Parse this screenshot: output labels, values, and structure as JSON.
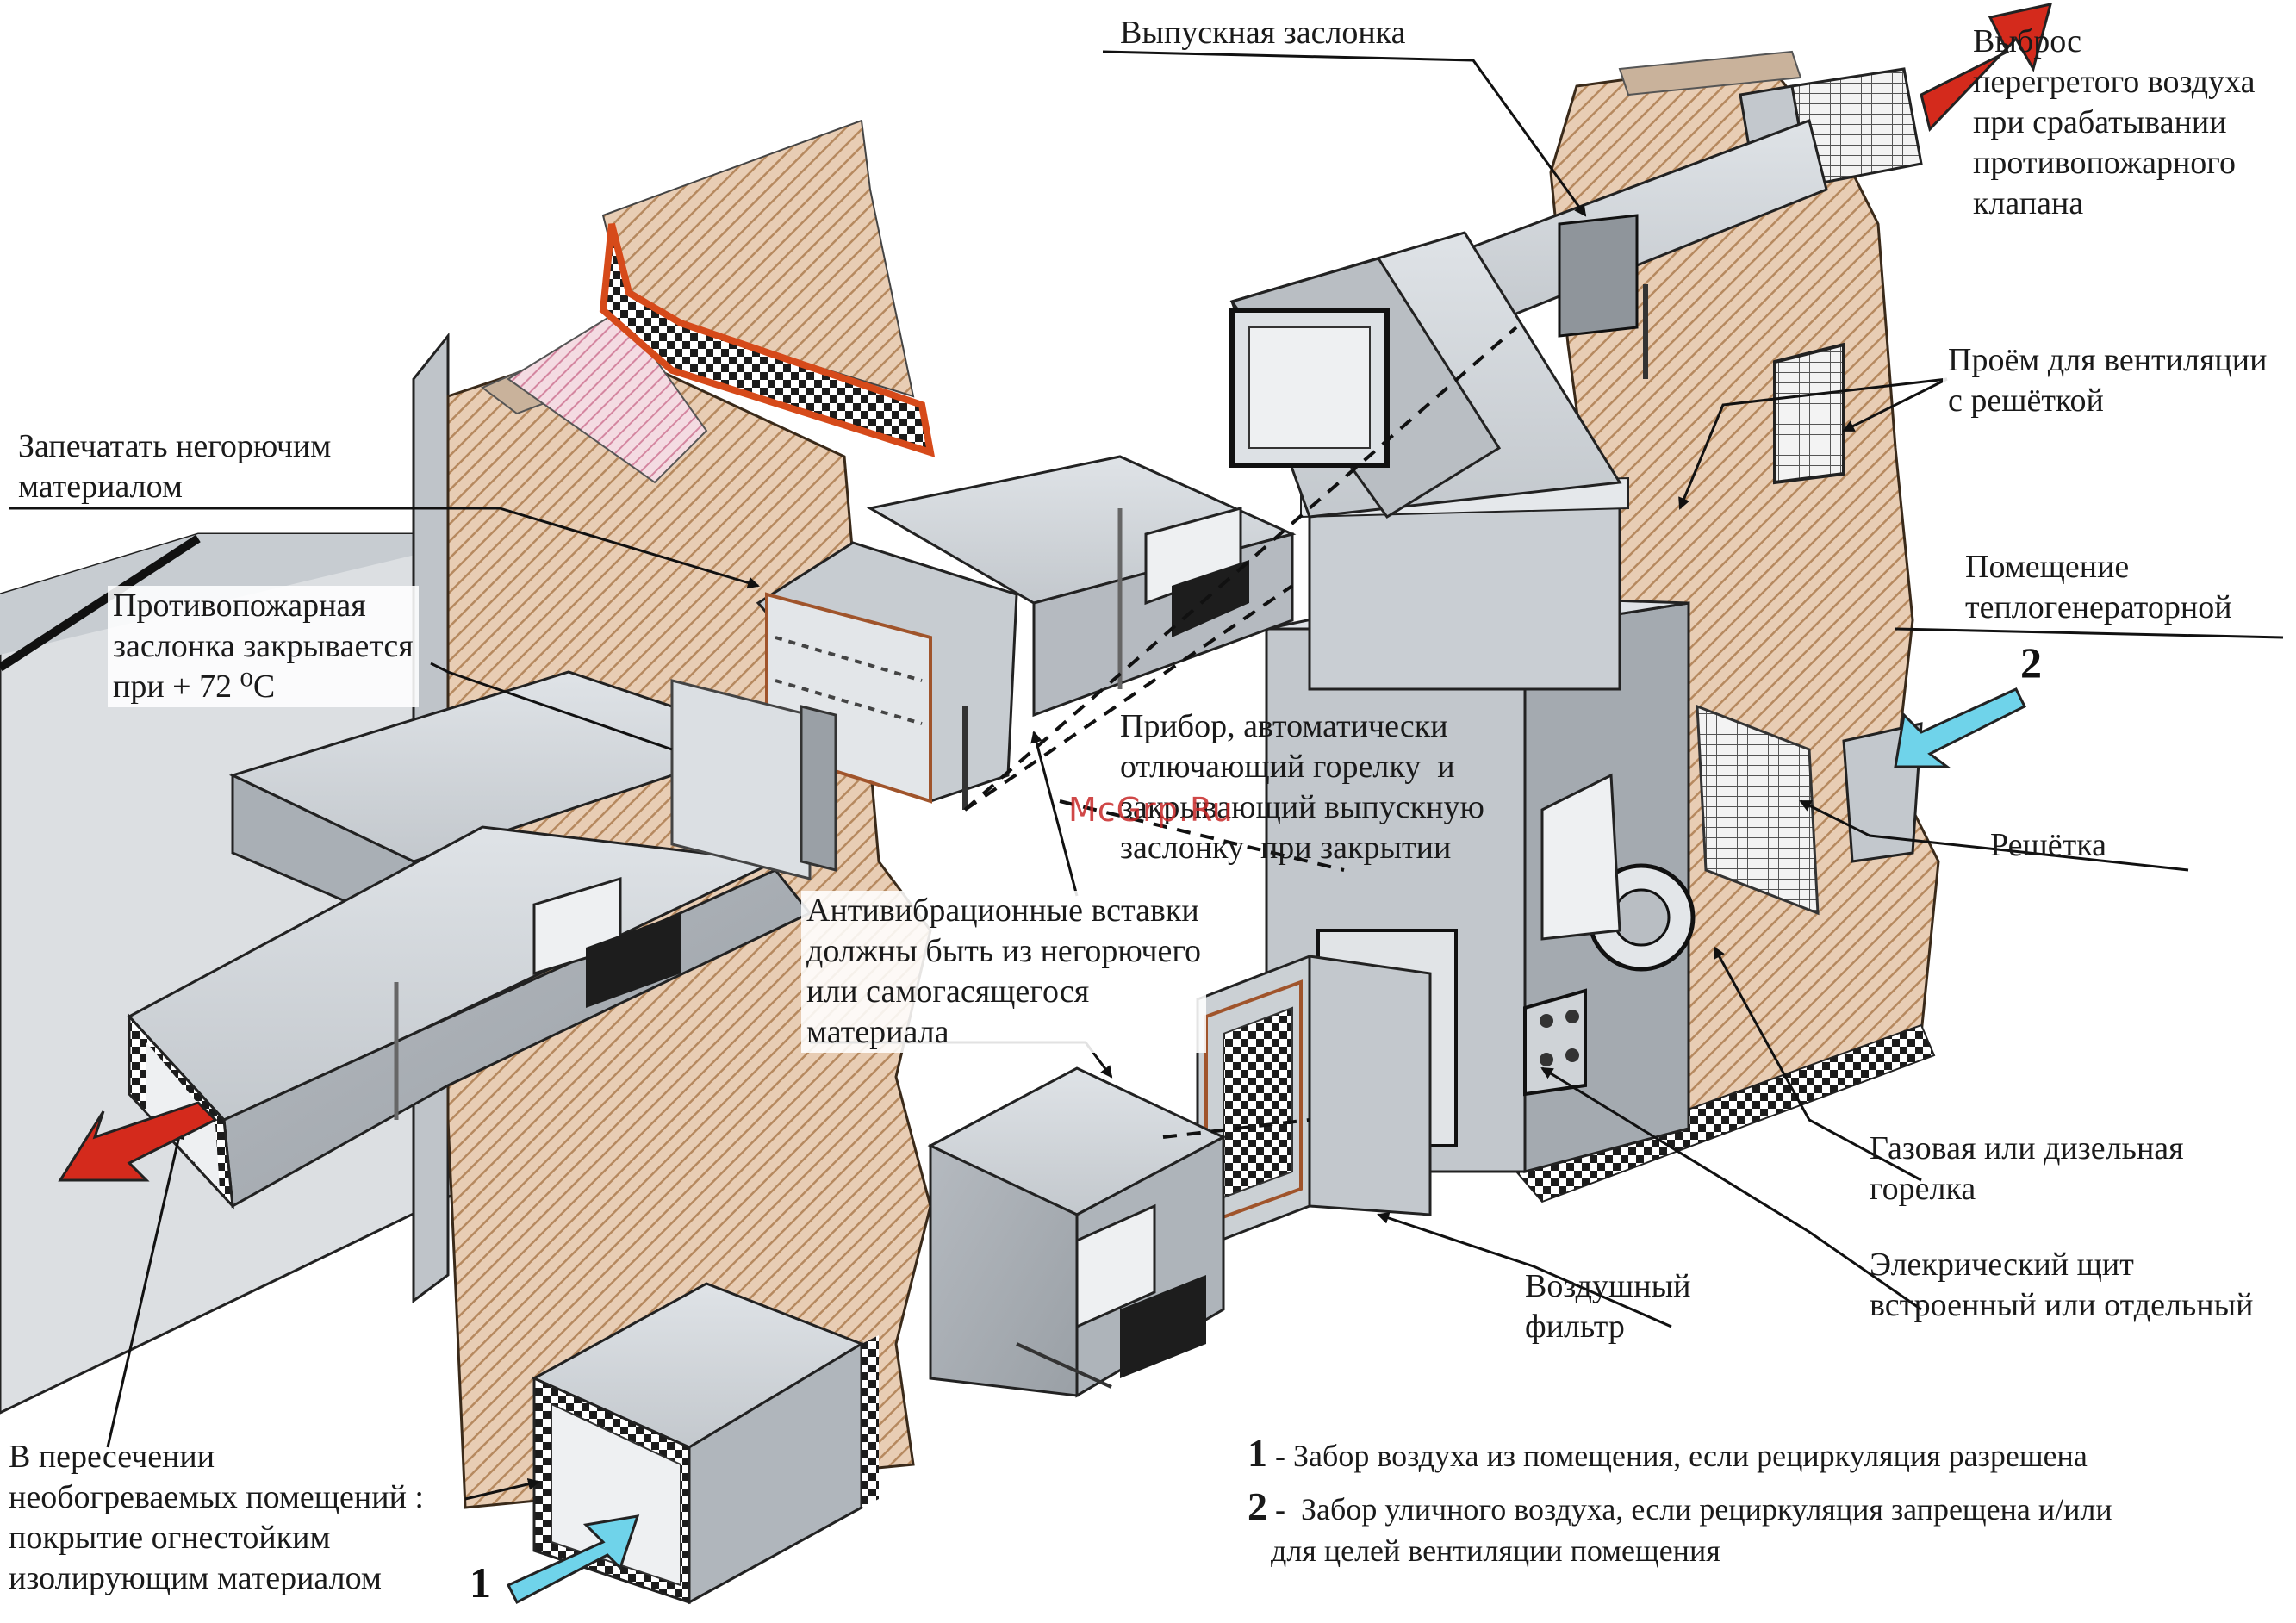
{
  "labels": {
    "exhaust_damper": "Выпускная заслонка",
    "overheated_air": "Выброс\nперегретого воздуха\nпри срабатывании\nпротивопожарного\nклапана",
    "vent_opening": "Проём для вентиляции\nс решёткой",
    "generator_room": "Помещение\nтеплогенераторной",
    "grille": "Решётка",
    "burner": "Газовая или дизельная\nгорелка",
    "control_panel": "Элекрический щит\nвстроенный или отдельный",
    "air_filter": "Воздушный\nфильтр",
    "seal": "Запечатать негорючим\nматериалом",
    "fire_damper": "Противопожарная\nзаслонка закрывается\nпри + 72 ⁰С",
    "device": "Прибор, автоматически\nотлючающий горелку  и\nзакрывающий выпускную\nзаслонку  при закрытии",
    "anti_vibration": "Антивибрационные вставки\nдолжны быть из негорючего\nили самогасящегося\nматериала",
    "insulation": "В пересечении\nнеобогреваемых помещений :\nпокрытие огнестойким\nизолирующим материалом"
  },
  "markers": {
    "one": "1",
    "two": "2"
  },
  "legend": [
    {
      "num": "1",
      "text": " - Забор воздуха из помещения, если рециркуляция разрешена"
    },
    {
      "num": "2",
      "text": " -  Забор уличного воздуха, если рециркуляция запрещена и/или\n     для целей вентиляции помещения"
    }
  ],
  "watermark": "McGrp.Ru",
  "colors": {
    "duct": "#b9bec3",
    "duct_dark": "#8f959b",
    "wall": "#d9b89a",
    "arrow_red": "#d42a1c",
    "arrow_cyan": "#6fd3ea",
    "insulation": "#1c1c1c"
  }
}
